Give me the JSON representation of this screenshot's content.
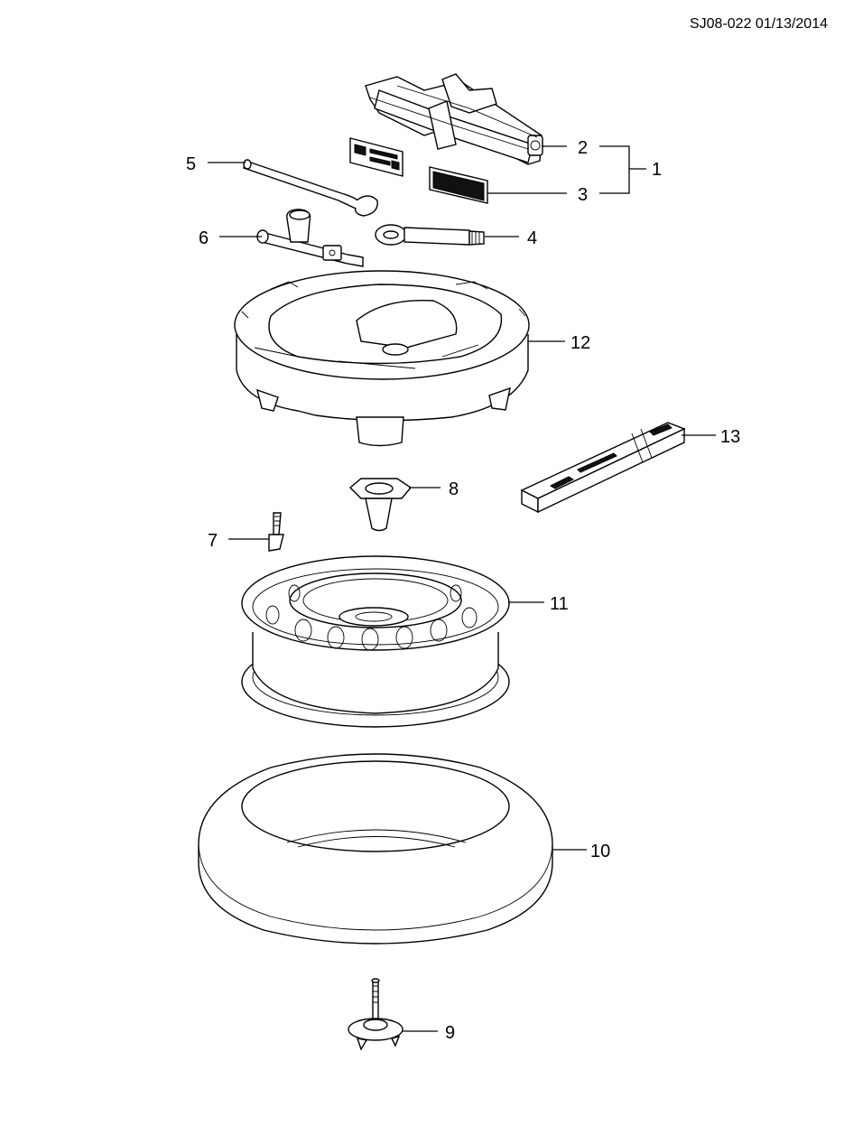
{
  "header": {
    "doc_id": "SJ08-022 01/13/2014"
  },
  "callouts": {
    "c1": "1",
    "c2": "2",
    "c3": "3",
    "c4": "4",
    "c5": "5",
    "c6": "6",
    "c7": "7",
    "c8": "8",
    "c9": "9",
    "c10": "10",
    "c11": "11",
    "c12": "12",
    "c13": "13"
  },
  "colors": {
    "line": "#000000",
    "background": "#ffffff"
  }
}
